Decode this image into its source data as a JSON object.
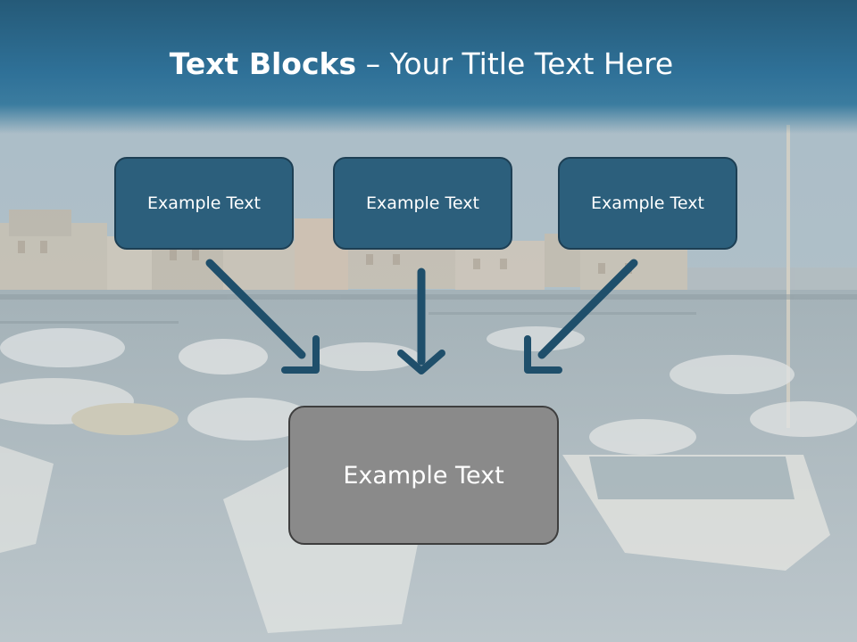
{
  "title": {
    "bold_part": "Text Blocks",
    "regular_part": " – Your Title Text Here"
  },
  "source_boxes": [
    {
      "label": "Example Text"
    },
    {
      "label": "Example Text"
    },
    {
      "label": "Example Text"
    }
  ],
  "result_box": {
    "label": "Example Text"
  },
  "colors": {
    "title_band": "#2f7198",
    "source_box_fill": "#2c5f7c",
    "source_box_border": "#1d3f54",
    "result_box_fill": "#8a8a8a",
    "arrow": "#1f4f6b"
  }
}
